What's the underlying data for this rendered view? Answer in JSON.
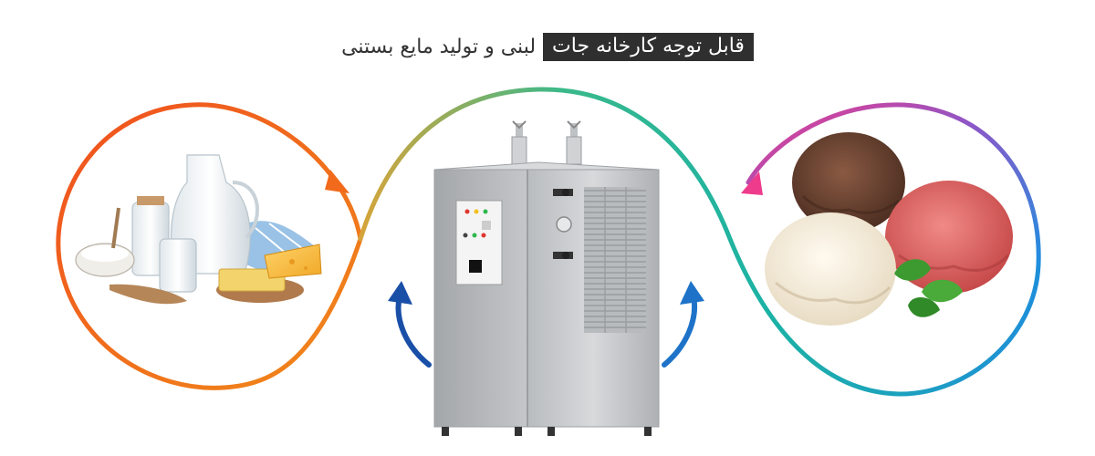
{
  "headline": {
    "highlight": "قابل توجه کارخانه جات",
    "rest": "لبنی و تولید مایع بستنی"
  },
  "colors": {
    "left_loop_start": "#f26a1b",
    "left_loop_end": "#f0871a",
    "wave_green": "#1bb59a",
    "wave_blue": "#1e8fd9",
    "right_loop_pink": "#ee3b8b",
    "right_loop_purple": "#7b56c9",
    "right_loop_blue": "#2a8be3",
    "arrow_blue": "#1a4fa8",
    "machine_body": "#c9cbcd",
    "panel_bg": "#f4f4f4"
  },
  "icons": {
    "left_image": "dairy-products-image",
    "right_image": "ice-cream-scoops-image",
    "center_image": "ice-cream-mix-machine-image"
  }
}
